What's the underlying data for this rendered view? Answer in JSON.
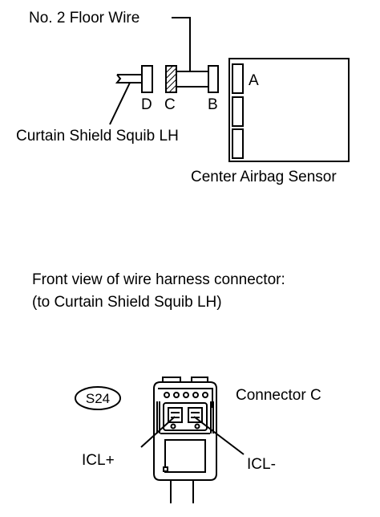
{
  "top_diagram": {
    "floor_wire_label": "No. 2 Floor Wire",
    "connector_d": "D",
    "connector_c": "C",
    "connector_b": "B",
    "connector_a": "A",
    "squib_label": "Curtain Shield Squib LH",
    "sensor_label": "Center Airbag Sensor"
  },
  "connector_view": {
    "heading_line1": "Front view of wire harness connector:",
    "heading_line2": "(to Curtain Shield Squib LH)",
    "connector_code": "S24",
    "connector_name": "Connector C",
    "pin_positive": "ICL+",
    "pin_negative": "ICL-"
  }
}
